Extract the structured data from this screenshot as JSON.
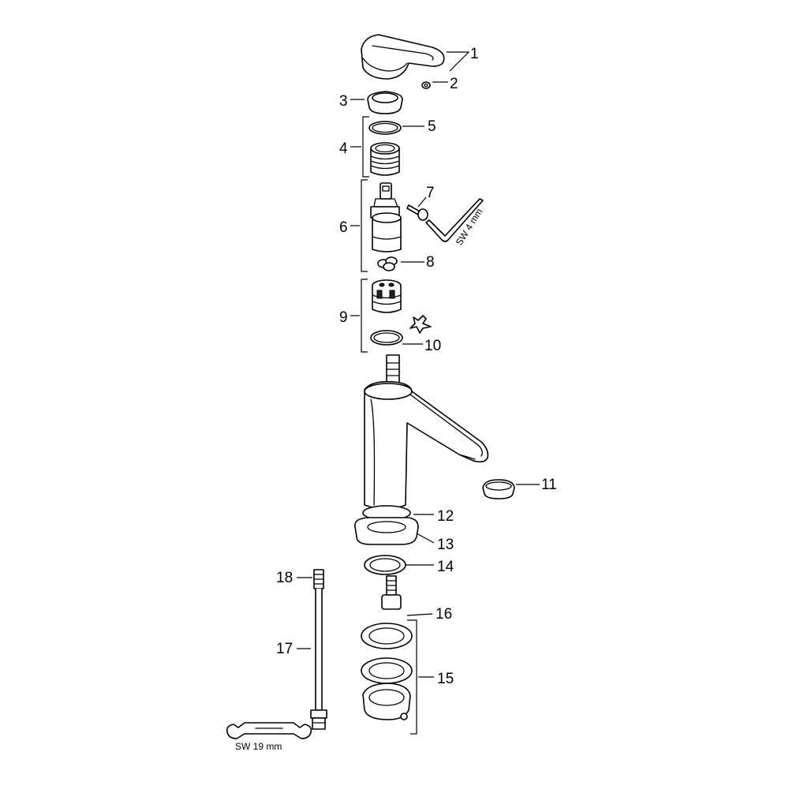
{
  "callouts": {
    "c1": "1",
    "c2": "2",
    "c3": "3",
    "c4": "4",
    "c5": "5",
    "c6": "6",
    "c7": "7",
    "c8": "8",
    "c9": "9",
    "c10": "10",
    "c11": "11",
    "c12": "12",
    "c13": "13",
    "c14": "14",
    "c15": "15",
    "c16": "16",
    "c17": "17",
    "c18": "18"
  },
  "notes": {
    "hex_key": "SW 4 mm",
    "wrench": "SW 19 mm"
  },
  "colors": {
    "line": "#000000",
    "background": "#ffffff"
  }
}
